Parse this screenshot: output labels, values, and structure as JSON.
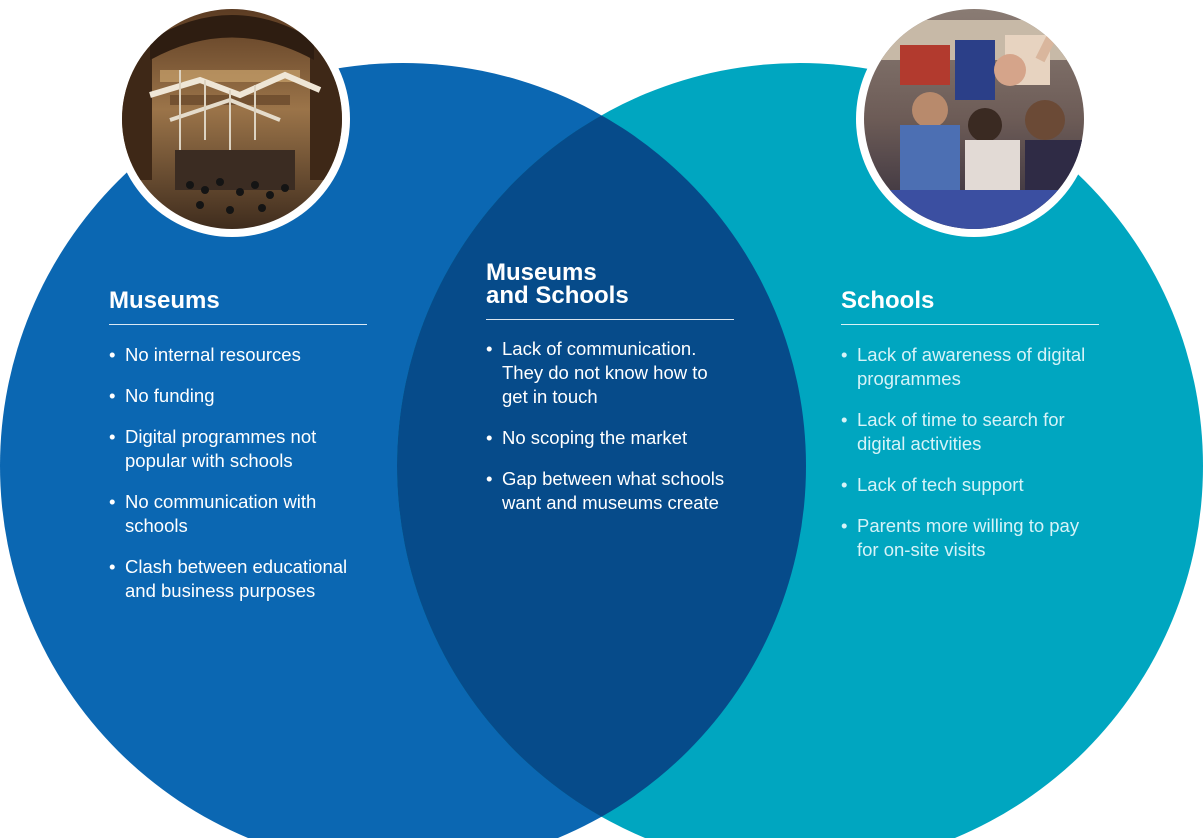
{
  "colors": {
    "museums_circle": "#0b67b2",
    "schools_circle": "#00a6c0",
    "overlap": "#064b8a",
    "text": "#ffffff",
    "photo_ring": "#ffffff"
  },
  "photos": {
    "museums": "museum-hall-whale-skeleton-photo",
    "schools": "classroom-children-raising-hands-photo"
  },
  "museums": {
    "title": "Museums",
    "items": [
      "No internal resources",
      "No funding",
      "Digital programmes not popular with schools",
      "No communication with schools",
      "Clash between educational and business purposes"
    ]
  },
  "both": {
    "title_line1": "Museums",
    "title_line2": "and Schools",
    "items": [
      "Lack of communication. They do not know how to get in touch",
      "No scoping the market",
      "Gap between what schools want and museums create"
    ]
  },
  "schools": {
    "title": "Schools",
    "items": [
      "Lack of awareness of digital programmes",
      "Lack of time to search for digital activities",
      "Lack of tech support",
      "Parents more willing to pay for on-site visits"
    ]
  }
}
